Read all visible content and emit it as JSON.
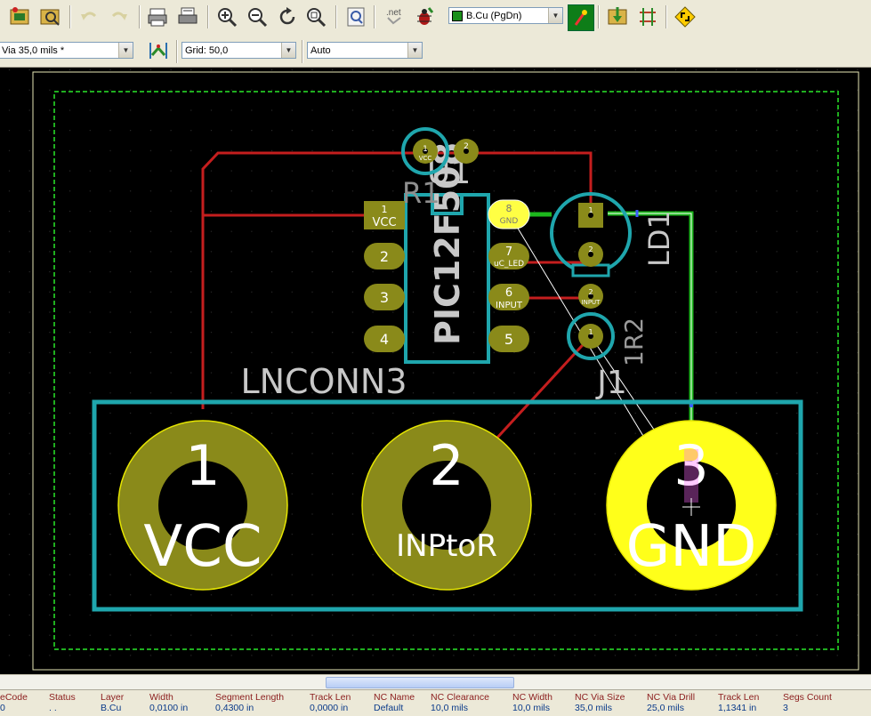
{
  "toolbar_top": {
    "layer_select": "B.Cu (PgDn)"
  },
  "toolbar_second": {
    "via_select": "Via 35,0 mils *",
    "grid_select": "Grid: 50,0",
    "zoom_select": "Auto"
  },
  "pcb": {
    "components": {
      "connector_ref": "LNCONN3",
      "j1_ref": "J1",
      "u1_ref": "U1",
      "r1_ref": "R1",
      "r2_ref": "1R2",
      "led_ref": "LD1",
      "ic_value": "PIC12F508"
    },
    "big_pads": [
      {
        "number": "1",
        "net": "VCC"
      },
      {
        "number": "2",
        "net": "INPtoR"
      },
      {
        "number": "3",
        "net": "GND"
      }
    ],
    "ic_pins_left": [
      {
        "number": "1",
        "net": "VCC"
      },
      {
        "number": "2",
        "net": ""
      },
      {
        "number": "3",
        "net": ""
      },
      {
        "number": "4",
        "net": ""
      }
    ],
    "ic_pins_right": [
      {
        "number": "8",
        "net": "GND"
      },
      {
        "number": "7",
        "net": "uC_LED"
      },
      {
        "number": "6",
        "net": "INPUT"
      },
      {
        "number": "5",
        "net": ""
      }
    ],
    "r1_pads": [
      {
        "number": "1",
        "net": "VCC"
      },
      {
        "number": "2",
        "net": ""
      }
    ],
    "led_pads": [
      {
        "number": "1",
        "net": ""
      },
      {
        "number": "2",
        "net": ""
      }
    ],
    "r2_pads": [
      {
        "number": "2",
        "net": "INPUT"
      },
      {
        "number": "1",
        "net": ""
      }
    ]
  },
  "status_bar": {
    "columns": [
      {
        "label": "eCode",
        "value": "0"
      },
      {
        "label": "Status",
        "value": ". ."
      },
      {
        "label": "Layer",
        "value": "B.Cu"
      },
      {
        "label": "Width",
        "value": "0,0100 in"
      },
      {
        "label": "Segment Length",
        "value": "0,4300 in"
      },
      {
        "label": "Track Len",
        "value": "0,0000 in"
      },
      {
        "label": "NC Name",
        "value": "Default"
      },
      {
        "label": "NC Clearance",
        "value": "10,0 mils"
      },
      {
        "label": "NC Width",
        "value": "10,0 mils"
      },
      {
        "label": "NC Via Size",
        "value": "35,0 mils"
      },
      {
        "label": "NC Via Drill",
        "value": "25,0 mils"
      },
      {
        "label": "Track Len",
        "value": "1,1341 in"
      },
      {
        "label": "Segs Count",
        "value": "3"
      }
    ]
  }
}
